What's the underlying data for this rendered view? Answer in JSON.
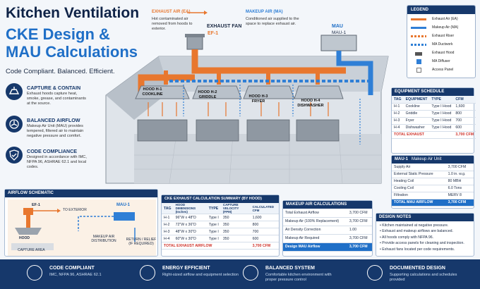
{
  "header": {
    "title_line1": "Kitchen Ventilation",
    "title_line2": "CKE Design &",
    "title_line3": "MAU Calculations",
    "tagline": "Code Compliant. Balanced. Efficient."
  },
  "features": [
    {
      "title": "CAPTURE & CONTAIN",
      "desc": "Exhaust hoods capture heat, smoke, grease, and contaminants at the source.",
      "icon": "hood-icon"
    },
    {
      "title": "BALANCED AIRFLOW",
      "desc": "Makeup Air Unit (MAU) provides tempered, filtered air to maintain negative pressure and comfort.",
      "icon": "fan-icon"
    },
    {
      "title": "CODE COMPLIANCE",
      "desc": "Designed in accordance with IMC, NFPA 96, ASHRAE 62.1 and local codes.",
      "icon": "shield-check-icon"
    }
  ],
  "callouts": {
    "exhaust_air_label": "EXHAUST AIR (EA)",
    "exhaust_air_desc": "Hot contaminated air removed from hoods to exterior.",
    "exhaust_fan_label": "EXHAUST FAN",
    "exhaust_fan_id": "EF-1",
    "makeup_air_label": "MAKEUP AIR (MA)",
    "makeup_air_desc": "Conditioned air supplied to the space to replace exhaust air.",
    "mau_label": "MAU",
    "mau_id": "MAU-1"
  },
  "hoods": [
    {
      "label": "HOOD H-1",
      "sub": "COOKLINE"
    },
    {
      "label": "HOOD H-2",
      "sub": "GRIDDLE"
    },
    {
      "label": "HOOD H-3",
      "sub": "FRYER"
    },
    {
      "label": "HOOD H-4",
      "sub": "DISHWASHER"
    }
  ],
  "legend": {
    "title": "LEGEND",
    "items": [
      {
        "label": "Exhaust Air (EA)",
        "color": "#e8772e"
      },
      {
        "label": "Makeup Air (MA)",
        "color": "#2f7fd6"
      },
      {
        "label": "Exhaust Riser",
        "color": "#e8772e"
      },
      {
        "label": "MA Ductwork",
        "color": "#2f7fd6"
      },
      {
        "label": "Exhaust Hood",
        "color": "#555555"
      },
      {
        "label": "MA Diffuser",
        "color": "#2f7fd6"
      },
      {
        "label": "Access Panel",
        "color": "#ffffff"
      }
    ]
  },
  "equipment_schedule": {
    "title": "EQUIPMENT SCHEDULE",
    "headers": [
      "TAG",
      "EQUIPMENT",
      "TYPE",
      "CFM"
    ],
    "rows": [
      [
        "H-1",
        "Cookline",
        "Type I Hood",
        "1,600"
      ],
      [
        "H-2",
        "Griddle",
        "Type I Hood",
        "800"
      ],
      [
        "H-3",
        "Fryer",
        "Type I Hood",
        "700"
      ],
      [
        "H-4",
        "Dishwasher",
        "Type I Hood",
        "600"
      ]
    ],
    "total_label": "TOTAL EXHAUST",
    "total_value": "3,700 CFM"
  },
  "mau_table": {
    "tag": "MAU-1",
    "title": "Makeup Air Unit",
    "rows": [
      [
        "Supply Air",
        "3,700 CFM"
      ],
      [
        "External Static Pressure",
        "1.0 in. w.g."
      ],
      [
        "Heating Coil",
        "80 MBH"
      ],
      [
        "Cooling Coil",
        "6.0 Tons"
      ],
      [
        "Filtration",
        "MERV 8"
      ]
    ],
    "total_label": "TOTAL MAU AIRFLOW",
    "total_value": "3,700 CFM"
  },
  "airflow_schematic": {
    "title": "AIRFLOW SCHEMATIC",
    "ef_label": "EF-1",
    "to_exterior": "TO EXTERIOR",
    "mau_label": "MAU-1",
    "hood_label": "HOOD",
    "capture_area": "CAPTURE AREA",
    "makeup_dist": "MAKEUP AIR DISTRIBUTION",
    "return_relief": "RETURN / RELIEF (IF REQUIRED)"
  },
  "cke_table": {
    "title": "CKE EXHAUST CALCULATION SUMMARY (BY HOOD)",
    "headers": [
      "TAG",
      "HOOD DIMENSIONS (Inches)",
      "TYPE",
      "CAPTURE VELOCITY (FPM)",
      "CALCULATED CFM"
    ],
    "rows": [
      [
        "H-1",
        "96\"W x 48\"D",
        "Type I",
        "350",
        "1,600"
      ],
      [
        "H-2",
        "72\"W x 36\"D",
        "Type I",
        "350",
        "800"
      ],
      [
        "H-3",
        "48\"W x 30\"D",
        "Type I",
        "350",
        "700"
      ],
      [
        "H-4",
        "60\"W x 30\"D",
        "Type I",
        "350",
        "600"
      ]
    ],
    "total_label": "TOTAL EXHAUST AIRFLOW",
    "total_value": "3,700 CFM"
  },
  "mua_calc": {
    "title": "MAKEUP AIR CALCULATIONS",
    "rows": [
      [
        "Total Exhaust Airflow",
        "3,700 CFM"
      ],
      [
        "Makeup Air (100% Replacement)",
        "3,700 CFM"
      ],
      [
        "Air Density Correction",
        "1.00"
      ],
      [
        "Makeup Air Required",
        "3,700 CFM"
      ]
    ],
    "total_label": "Design MAU Airflow",
    "total_value": "3,700 CFM"
  },
  "design_notes": {
    "title": "DESIGN NOTES",
    "items": [
      "Kitchen maintained at negative pressure.",
      "Exhaust and makeup airflows are balanced.",
      "All hoods comply with NFPA 96.",
      "Provide access panels for cleaning and inspection.",
      "Exhaust fans located per code requirements."
    ]
  },
  "footer": [
    {
      "title": "CODE COMPLIANT",
      "desc": "IMC, NFPA 96, ASHRAE 62.1",
      "icon": "shield-check-icon"
    },
    {
      "title": "ENERGY EFFICIENT",
      "desc": "Right-sized airflow and equipment selection",
      "icon": "target-icon"
    },
    {
      "title": "BALANCED SYSTEM",
      "desc": "Comfortable kitchen environment with proper pressure control",
      "icon": "scale-icon"
    },
    {
      "title": "DOCUMENTED DESIGN",
      "desc": "Supporting calculations and schedules provided",
      "icon": "document-icon"
    }
  ]
}
